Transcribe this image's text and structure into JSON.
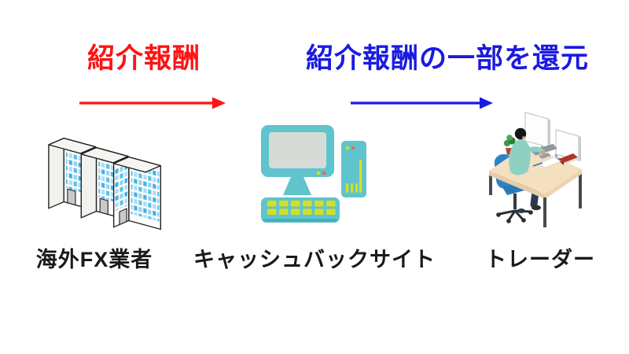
{
  "diagram": {
    "flow1": {
      "label": "紹介報酬",
      "color": "#fd1414"
    },
    "flow2": {
      "label": "紹介報酬の一部を還元",
      "color": "#1a1ae0"
    },
    "entities": [
      {
        "label": "海外FX業者",
        "icon": "office-buildings-icon"
      },
      {
        "label": "キャッシュバックサイト",
        "icon": "desktop-computer-icon"
      },
      {
        "label": "トレーダー",
        "icon": "trader-at-desk-icon"
      }
    ],
    "colors": {
      "label_text": "#1a1a1a",
      "building_window_blue": "#57c0ed",
      "building_window_light": "#abddf5",
      "computer_teal": "#5fc4cc",
      "key_yellow": "#d7df23",
      "status_dot_orange": "#f2654a",
      "chair_blue": "#2d82c6",
      "shirt_teal": "#8ed1c2",
      "desk_tan": "#f4dfbe",
      "book_red": "#b23527"
    }
  }
}
